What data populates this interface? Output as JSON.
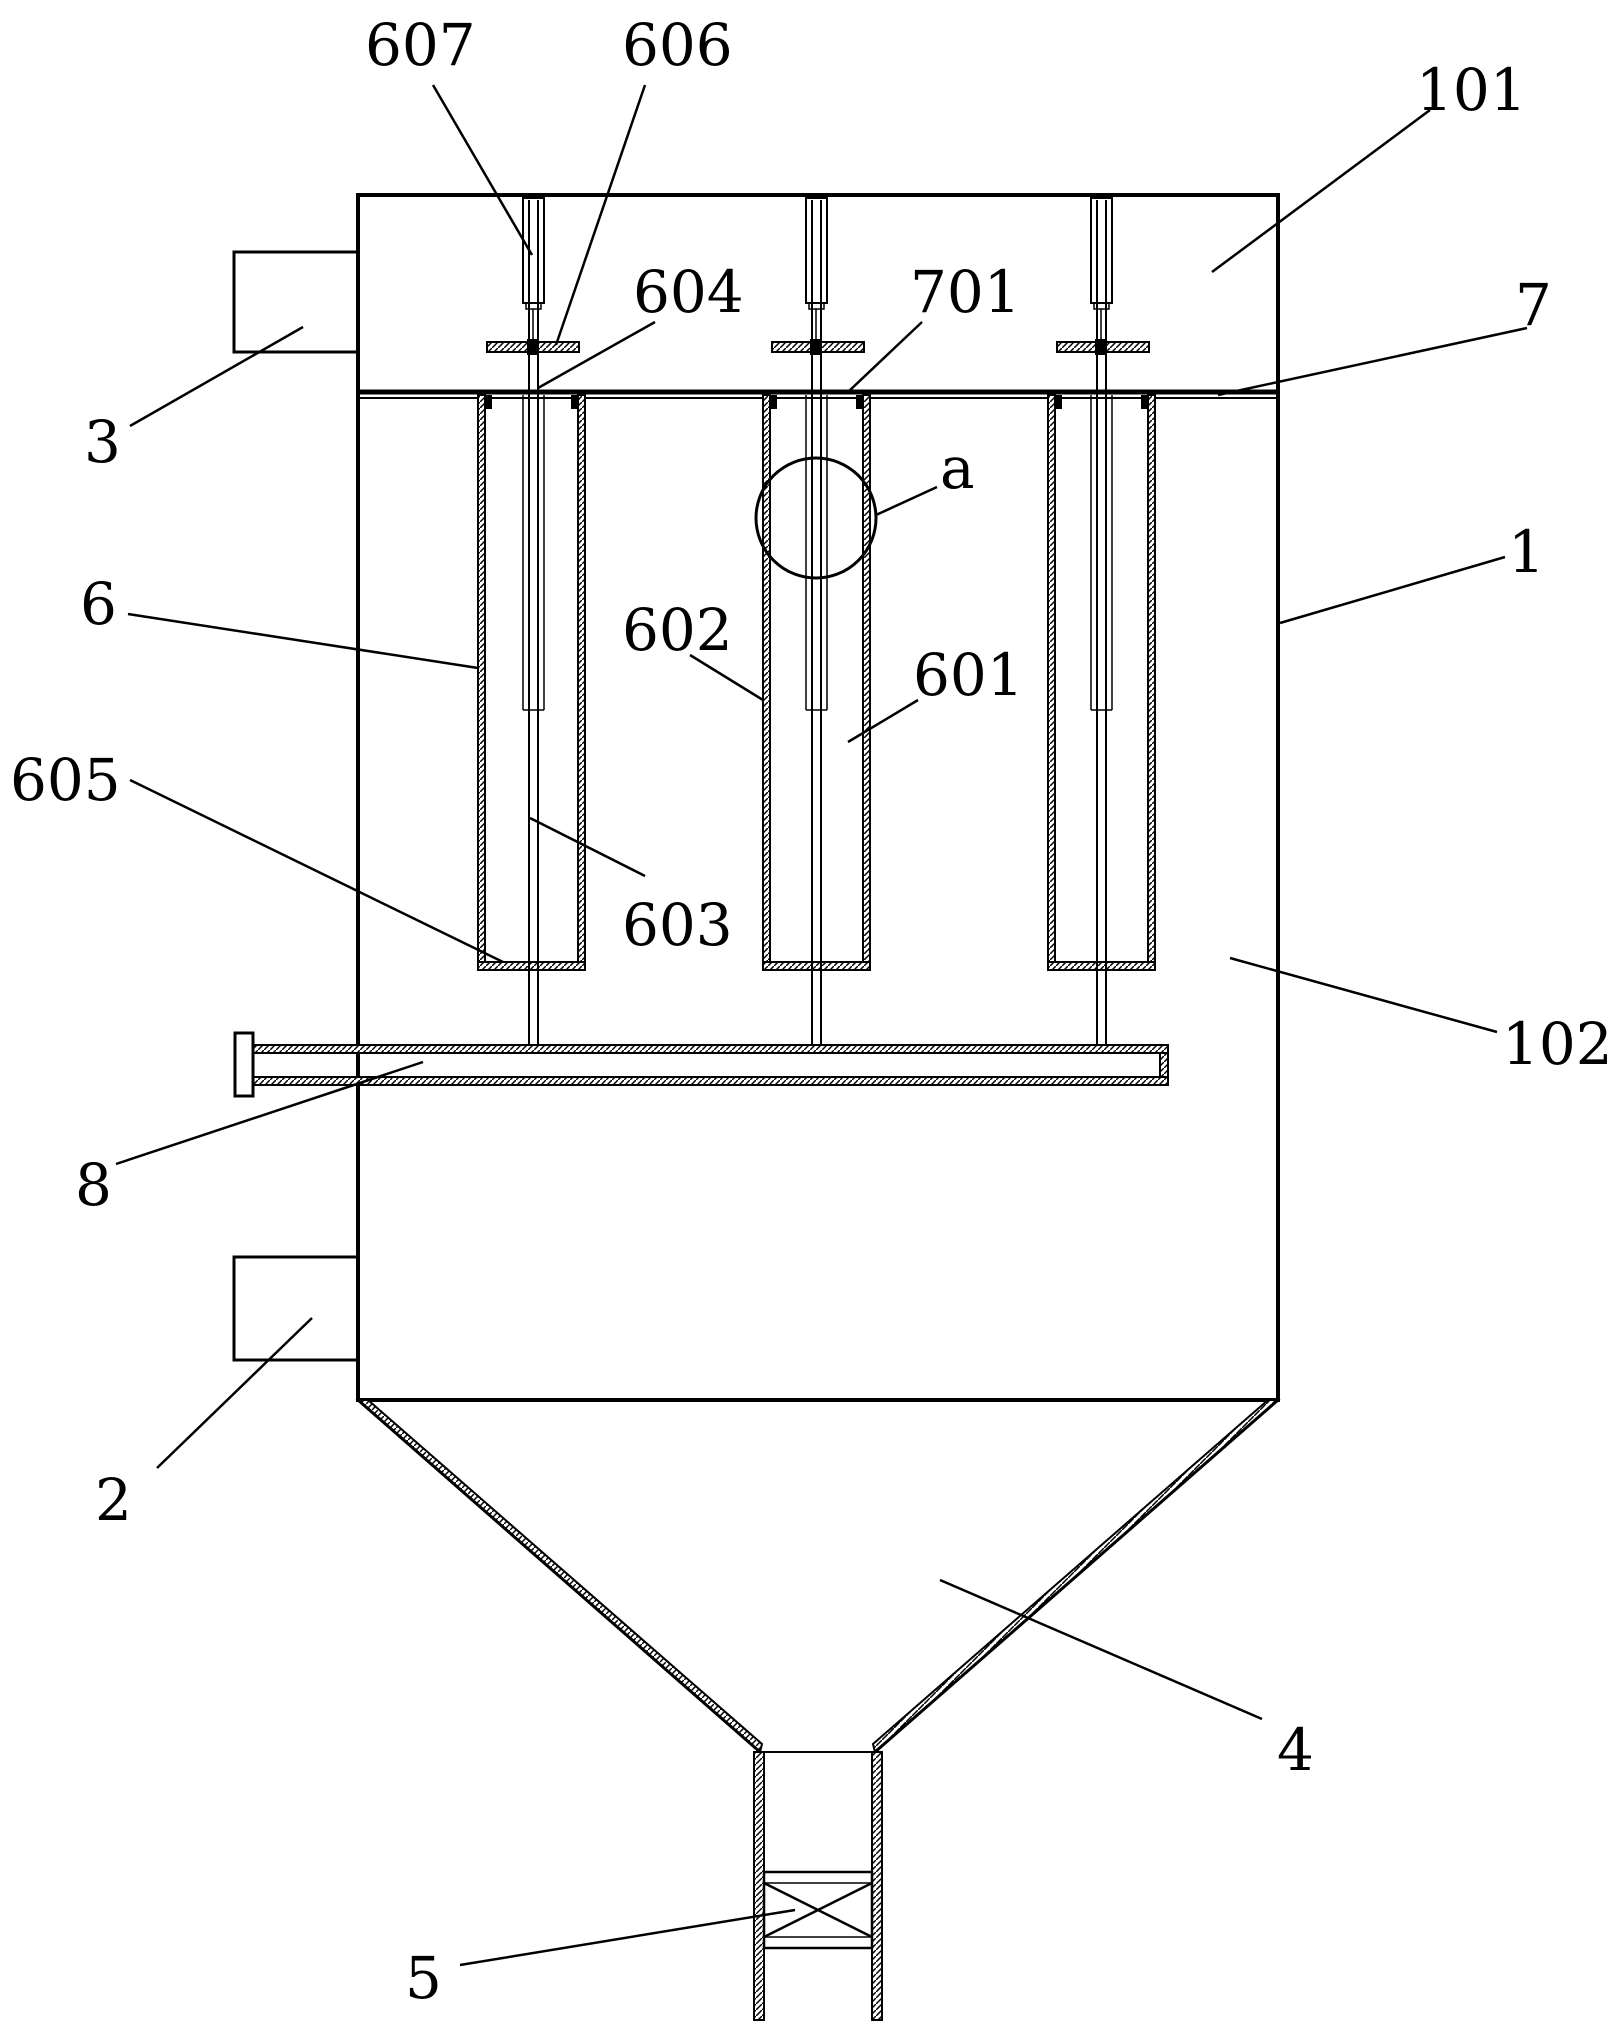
{
  "labels": {
    "l607": "607",
    "l606": "606",
    "l101": "101",
    "l604": "604",
    "l701": "701",
    "l7": "7",
    "l3": "3",
    "la": "a",
    "l1": "1",
    "l6": "6",
    "l602": "602",
    "l601": "601",
    "l605": "605",
    "l603": "603",
    "l102": "102",
    "l8": "8",
    "l2": "2",
    "l4": "4",
    "l5": "5"
  },
  "colors": {
    "line": "#000000",
    "background": "#ffffff"
  }
}
